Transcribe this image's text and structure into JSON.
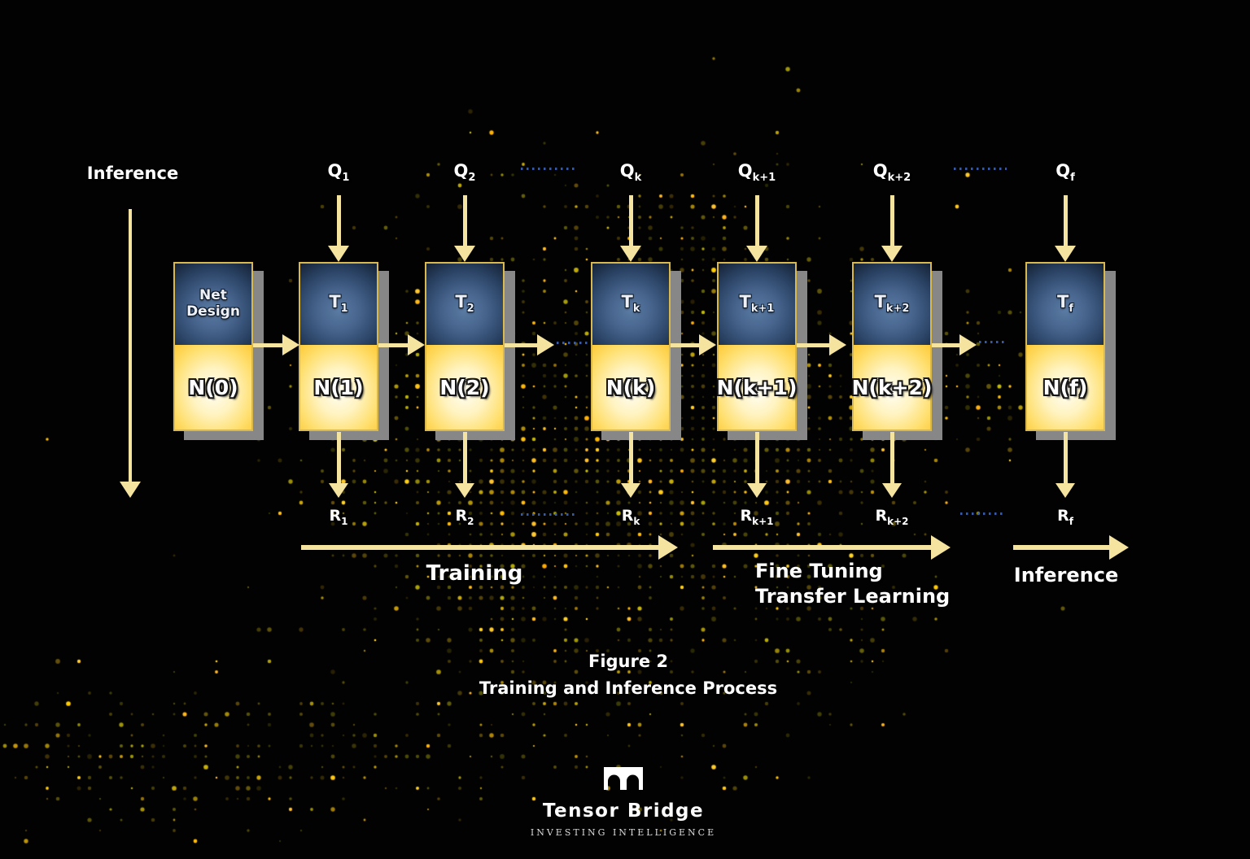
{
  "side_inference_label": "Inference",
  "nodes": [
    {
      "t_line1": "Net",
      "t_line2": "Design",
      "n": "N(0)"
    },
    {
      "q_base": "Q",
      "q_sub": "1",
      "t_base": "T",
      "t_sub": "1",
      "n": "N(1)",
      "r_base": "R",
      "r_sub": "1"
    },
    {
      "q_base": "Q",
      "q_sub": "2",
      "t_base": "T",
      "t_sub": "2",
      "n": "N(2)",
      "r_base": "R",
      "r_sub": "2"
    },
    {
      "q_base": "Q",
      "q_sub": "k",
      "t_base": "T",
      "t_sub": "k",
      "n": "N(k)",
      "r_base": "R",
      "r_sub": "k"
    },
    {
      "q_base": "Q",
      "q_sub": "k+1",
      "t_base": "T",
      "t_sub": "k+1",
      "n": "N(k+1)",
      "r_base": "R",
      "r_sub": "k+1"
    },
    {
      "q_base": "Q",
      "q_sub": "k+2",
      "t_base": "T",
      "t_sub": "k+2",
      "n": "N(k+2)",
      "r_base": "R",
      "r_sub": "k+2"
    },
    {
      "q_base": "Q",
      "q_sub": "f",
      "t_base": "T",
      "t_sub": "f",
      "n": "N(f)",
      "r_base": "R",
      "r_sub": "f"
    }
  ],
  "phase_labels": {
    "training": "Training",
    "fine_tuning_line1": "Fine Tuning",
    "fine_tuning_line2": "Transfer Learning",
    "inference": "Inference"
  },
  "caption": {
    "line1": "Figure 2",
    "line2": "Training and Inference Process"
  },
  "logo": {
    "name": "Tensor Bridge",
    "tagline": "INVESTING INTELLIGENCE"
  },
  "colors": {
    "arrow": "#f5e3a0",
    "dotted_line": "#3a5fb0",
    "box_gold": "#fdc62e",
    "box_blue": "#46638c",
    "shadow": "#878787"
  }
}
